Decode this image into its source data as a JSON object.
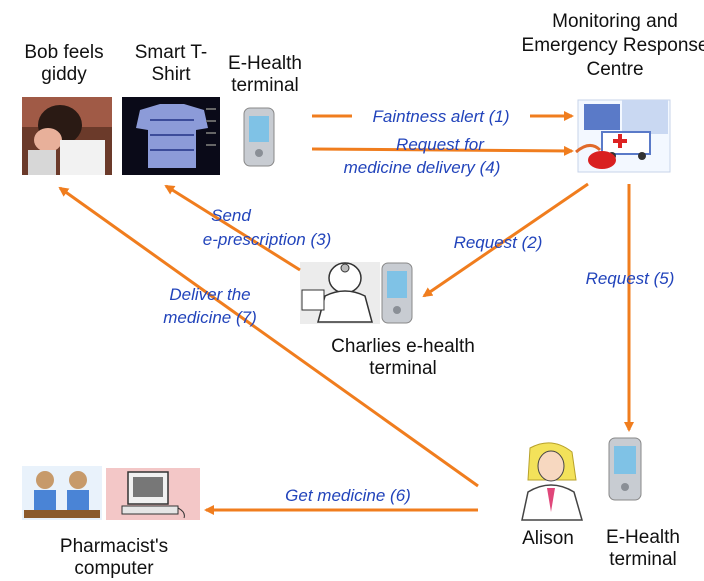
{
  "nodes": {
    "bob": "Bob feels giddy",
    "tshirt": "Smart T-Shirt",
    "bob_terminal": "E-Health terminal",
    "centre": "Monitoring and Emergency Response Centre",
    "charlie": "Charlies e-health terminal",
    "alison": "Alison",
    "alison_terminal": "E-Health terminal",
    "pharmacist": "Pharmacist's computer"
  },
  "edges": {
    "e1": "Faintness alert (1)",
    "e2": "Request (2)",
    "e3_a": "Send",
    "e3_b": "e-prescription (3)",
    "e4_a": "Request for",
    "e4_b": "medicine delivery (4)",
    "e5": "Request (5)",
    "e6": "Get medicine (6)",
    "e7_a": "Deliver the",
    "e7_b": "medicine (7)"
  },
  "colors": {
    "arrow": "#f07d1e",
    "edge_text": "#2244bb"
  }
}
